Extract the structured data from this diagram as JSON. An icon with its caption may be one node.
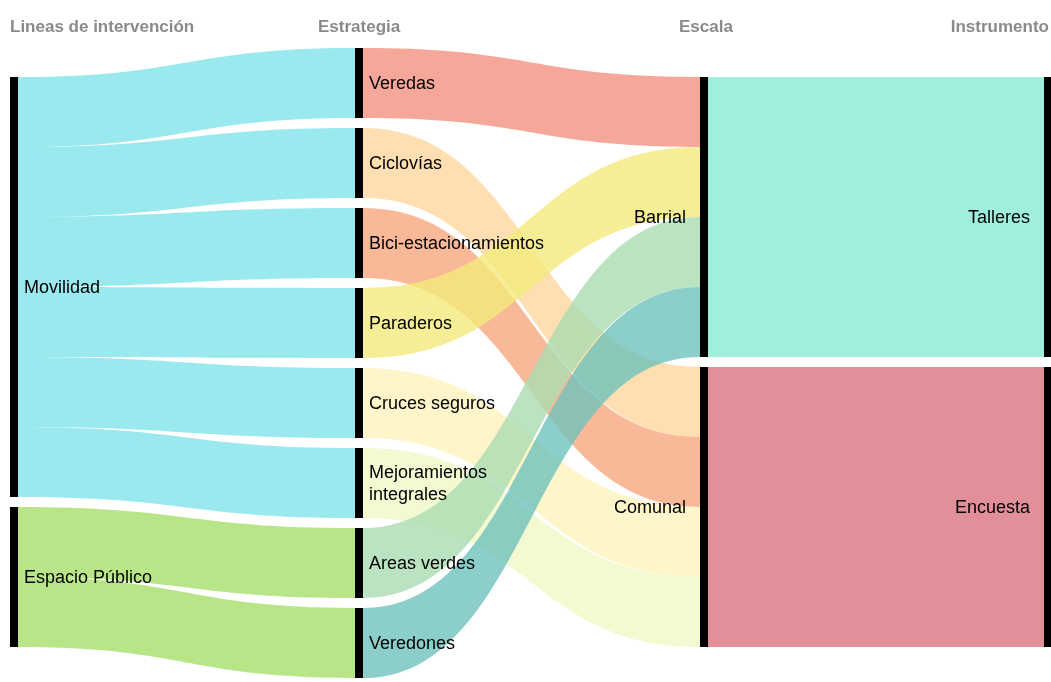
{
  "diagram": {
    "nodes": [
      {
        "text": [
          "Movilidad"
        ]
      },
      {
        "text": [
          "Espacio Público"
        ]
      },
      {
        "text": [
          "Veredas"
        ]
      },
      {
        "text": [
          "Ciclovías"
        ]
      },
      {
        "text": [
          "Bici-estacionamientos"
        ]
      },
      {
        "text": [
          "Paraderos"
        ]
      },
      {
        "text": [
          "Cruces seguros"
        ]
      },
      {
        "text": [
          "Mejoramientos integrales"
        ]
      },
      {
        "text": [
          "Areas verdes"
        ]
      },
      {
        "text": [
          "Veredones"
        ]
      },
      {
        "text": [
          "Barrial"
        ]
      },
      {
        "text": [
          "Comunal"
        ]
      },
      {
        "text": [
          "Talleres"
        ]
      },
      {
        "text": [
          "Encuesta"
        ]
      }
    ],
    "edges": [
      {
        "from": 0,
        "to": 2,
        "arrow": "none",
        "color": "#7fe3ea"
      },
      {
        "from": 0,
        "to": 3,
        "arrow": "none",
        "color": "#7fe3ea"
      },
      {
        "from": 0,
        "to": 4,
        "arrow": "none",
        "color": "#7fe3ea"
      },
      {
        "from": 0,
        "to": 5,
        "arrow": "none",
        "color": "#7fe3ea"
      },
      {
        "from": 0,
        "to": 6,
        "arrow": "none",
        "color": "#7fe3ea"
      },
      {
        "from": 0,
        "to": 7,
        "arrow": "none",
        "color": "#7fe3ea"
      },
      {
        "from": 1,
        "to": 8,
        "arrow": "none",
        "color": "#a6de6a"
      },
      {
        "from": 1,
        "to": 9,
        "arrow": "none",
        "color": "#a6de6a"
      },
      {
        "from": 2,
        "to": 10,
        "arrow": "none",
        "color": "#f2917f"
      },
      {
        "from": 3,
        "to": 11,
        "arrow": "none",
        "color": "#ffd79e"
      },
      {
        "from": 4,
        "to": 11,
        "arrow": "none",
        "color": "#f8a87e"
      },
      {
        "from": 5,
        "to": 10,
        "arrow": "none",
        "color": "#f2ea7c"
      },
      {
        "from": 6,
        "to": 11,
        "arrow": "none",
        "color": "#fff3bd"
      },
      {
        "from": 7,
        "to": 11,
        "arrow": "none",
        "color": "#f0f8c4"
      },
      {
        "from": 8,
        "to": 10,
        "arrow": "none",
        "color": "#abdcb2"
      },
      {
        "from": 9,
        "to": 10,
        "arrow": "none",
        "color": "#6fc2bb"
      },
      {
        "from": 10,
        "to": 12,
        "arrow": "none",
        "color": "#88ebd6"
      },
      {
        "from": 11,
        "to": 13,
        "arrow": "none",
        "color": "#dc7381"
      }
    ],
    "labels": [
      "Lineas de intervención",
      "Estrategia",
      "Escala",
      "Instrumento"
    ]
  }
}
